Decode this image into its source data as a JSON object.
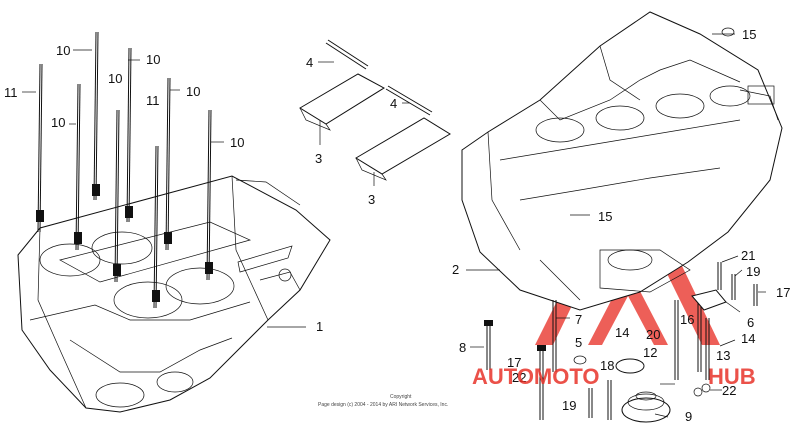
{
  "callouts": [
    "1",
    "2",
    "3",
    "3",
    "4",
    "4",
    "5",
    "6",
    "7",
    "8",
    "9",
    "10",
    "10",
    "10",
    "10",
    "10",
    "10",
    "11",
    "11",
    "12",
    "13",
    "14",
    "14",
    "15",
    "15",
    "16",
    "17",
    "17",
    "18",
    "19",
    "19",
    "20",
    "21",
    "22",
    "22"
  ],
  "copyright": {
    "line1": "Copyright",
    "line2": "Page design (c) 2004 - 2014 by ARI Network Services, Inc."
  },
  "watermark": {
    "left": "AUTOMOTO",
    "right": "HUB",
    "color": "#e8332a"
  }
}
